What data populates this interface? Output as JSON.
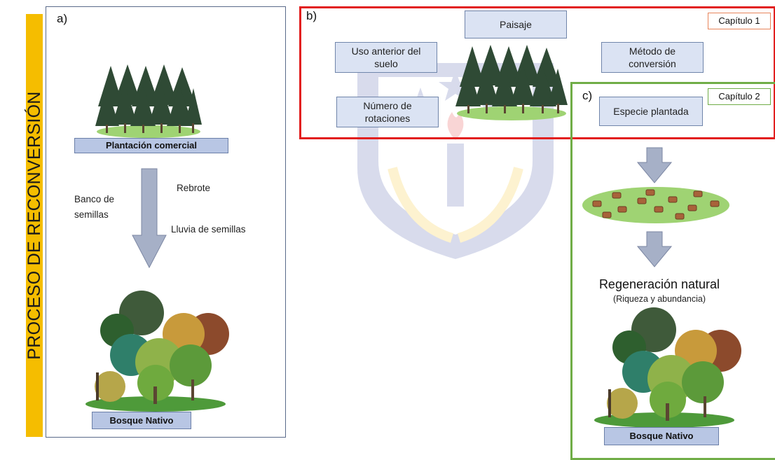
{
  "side": {
    "title": "PROCESO DE RECONVERSIÓN"
  },
  "panel_a": {
    "letter": "a)",
    "top_box": "Plantación comercial",
    "bottom_box": "Bosque Nativo",
    "labels": {
      "banco_line1": "Banco de",
      "banco_line2": "semillas",
      "rebrote": "Rebrote",
      "lluvia": "Lluvia de semillas"
    }
  },
  "panel_b": {
    "letter": "b)",
    "chapter": "Capítulo 1",
    "boxes": {
      "paisaje": "Paisaje",
      "uso_line1": "Uso anterior del",
      "uso_line2": "suelo",
      "metodo_line1": "Método de",
      "metodo_line2": "conversión",
      "numero_line1": "Número de",
      "numero_line2": "rotaciones"
    }
  },
  "panel_c": {
    "letter": "c)",
    "chapter": "Capítulo 2",
    "especie": "Especie plantada",
    "regen_title": "Regeneración natural",
    "regen_sub": "(Riqueza y abundancia)",
    "bottom_box": "Bosque Nativo"
  },
  "colors": {
    "banner": "#f5bd00",
    "chapter1_frame": "#e21f1f",
    "chapter2_frame": "#70ad47",
    "box_blue": "#b8c6e4",
    "box_light": "#dbe3f3",
    "arrow": "#a6b0c7",
    "ground": "#9fd373"
  }
}
